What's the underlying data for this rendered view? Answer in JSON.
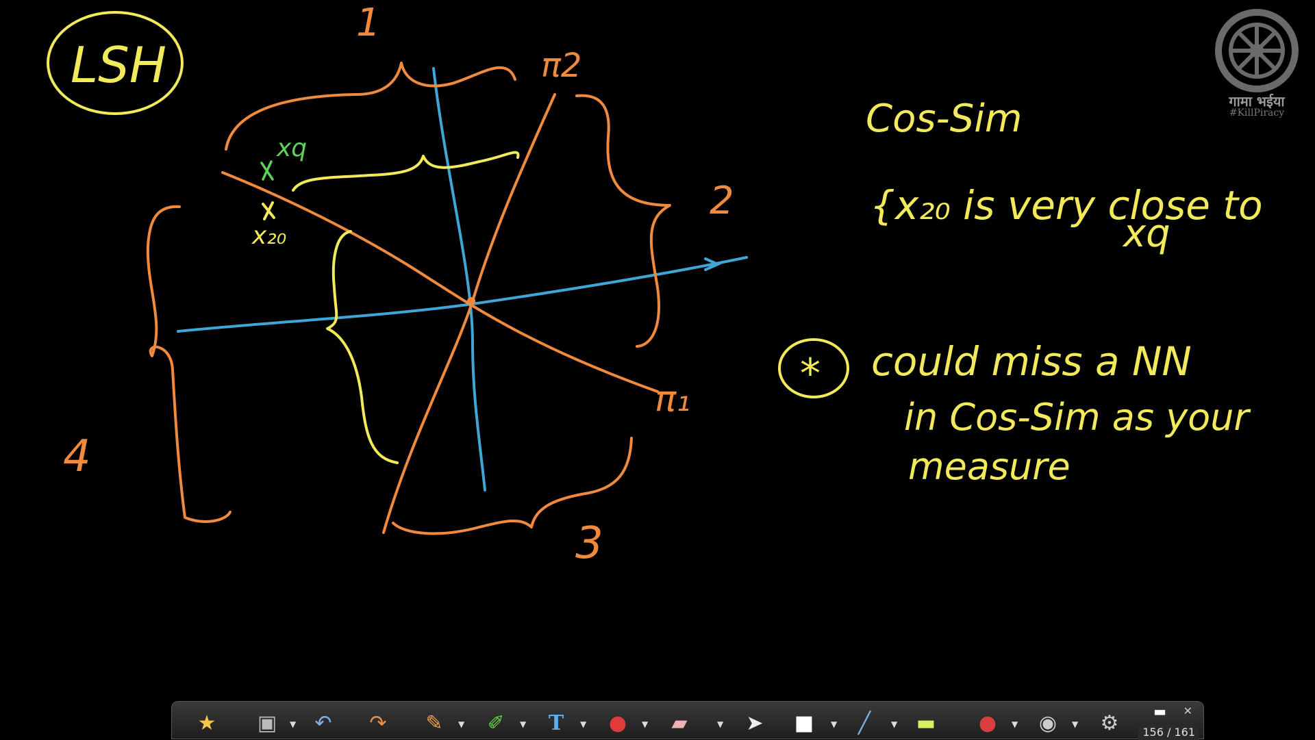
{
  "board": {
    "title": "LSH",
    "region_labels": [
      "1",
      "2",
      "3",
      "4"
    ],
    "plane_labels": {
      "pi1": "π₁",
      "pi2": "π2"
    },
    "point_xq": "xq",
    "point_x20": "x₂₀",
    "notes": {
      "heading": "Cos-Sim",
      "line1": "{x₂₀ is very close to",
      "line2": "xq",
      "star": "*",
      "line3": "could miss a NN",
      "line4": "in Cos-Sim as your",
      "line5": "measure"
    },
    "colors": {
      "orange": "#f08a3c",
      "yellow": "#f2ea5a",
      "blue": "#3fa7d8",
      "green": "#5fd05a"
    }
  },
  "watermark": {
    "hindi": "गामा भईया",
    "tag": "#KillPiracy"
  },
  "toolbar": {
    "tools": [
      "new-slide-icon",
      "screen-capture-icon",
      "undo-icon",
      "redo-icon",
      "pencil-icon",
      "highlighter-icon",
      "text-tool-icon",
      "shapes-icon",
      "eraser-icon",
      "pointer-icon",
      "whiteboard-icon",
      "line-tool-icon",
      "color-fill-icon",
      "record-icon",
      "webcam-icon",
      "settings-icon"
    ],
    "page_counter": "156 / 161"
  }
}
